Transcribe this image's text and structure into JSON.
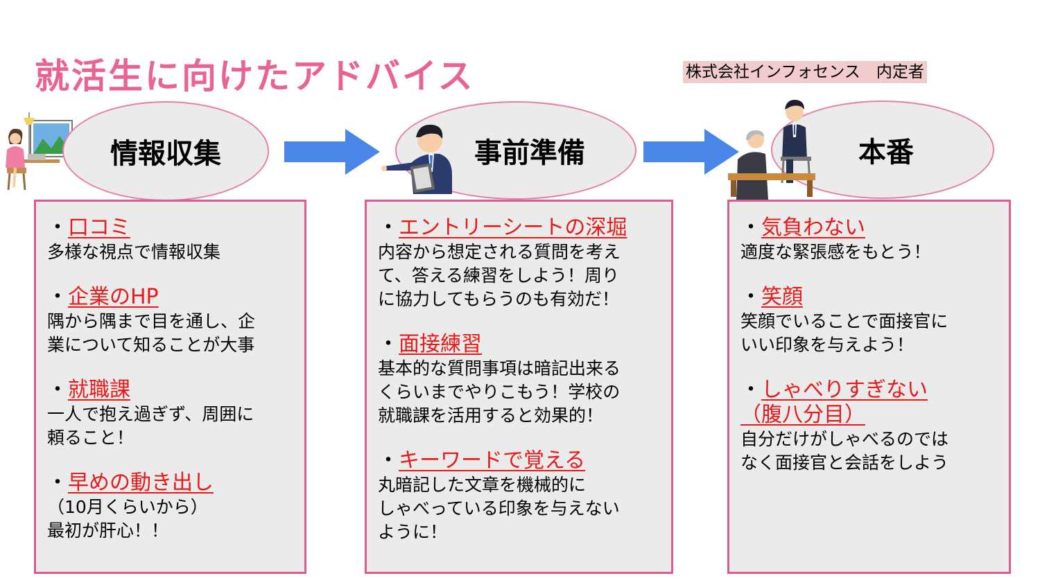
{
  "title": "就活生に向けたアドバイス",
  "company": "株式会社インフォセンス　内定者",
  "accent_colors": {
    "title": "#e8648f",
    "keyword": "#e81919",
    "border": "#e05a92",
    "arrow": "#4a86e8"
  },
  "columns": [
    {
      "heading": "情報収集",
      "illustration": "woman-at-laptop-icon",
      "items": [
        {
          "bullet": "・",
          "keyword": "口コミ",
          "desc": [
            "多様な視点で情報収集"
          ]
        },
        {
          "bullet": "・",
          "keyword": "企業のHP",
          "desc": [
            "隅から隅まで目を通し、企",
            "業について知ることが大事"
          ]
        },
        {
          "bullet": "・",
          "keyword": "就職課",
          "desc": [
            "一人で抱え過ぎず、周囲に",
            "頼ること！"
          ]
        },
        {
          "bullet": "・",
          "keyword": "早めの動き出し",
          "desc": [
            "（10月くらいから）",
            "最初が肝心！！"
          ]
        }
      ]
    },
    {
      "heading": "事前準備",
      "illustration": "businessman-pointing-icon",
      "items": [
        {
          "bullet": "・",
          "keyword": "エントリーシートの深堀",
          "desc": [
            "内容から想定される質問を考え",
            "て、答える練習をしよう！周り",
            "に協力してもらうのも有効だ！"
          ]
        },
        {
          "bullet": "・",
          "keyword": "面接練習",
          "desc": [
            "基本的な質問事項は暗記出来る",
            "くらいまでやりこもう！学校の",
            "就職課を活用すると効果的！"
          ]
        },
        {
          "bullet": "・",
          "keyword": "キーワードで覚える",
          "desc": [
            "丸暗記した文章を機械的に",
            "しゃべっている印象を与えない",
            "ように！"
          ]
        }
      ]
    },
    {
      "heading": "本番",
      "illustration": "job-interview-icon",
      "items": [
        {
          "bullet": "・",
          "keyword": "気負わない",
          "desc": [
            "適度な緊張感をもとう！"
          ]
        },
        {
          "bullet": "・",
          "keyword": "笑顔",
          "desc": [
            "笑顔でいることで面接官に",
            "いい印象を与えよう！"
          ]
        },
        {
          "bullet": "・",
          "keyword": "しゃべりすぎない",
          "keyword2": "（腹八分目）",
          "desc": [
            "自分だけがしゃべるのでは",
            "なく面接官と会話をしよう"
          ]
        }
      ]
    }
  ]
}
